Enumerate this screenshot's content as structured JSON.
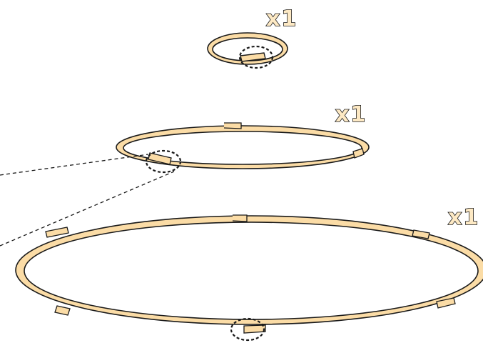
{
  "colors": {
    "band_fill": "#fbdca6",
    "outline": "#1a1a1a",
    "background": "#ffffff"
  },
  "rings": {
    "small": {
      "quantity_label": "x1"
    },
    "medium": {
      "quantity_label": "x1"
    },
    "large": {
      "quantity_label": "x1"
    }
  },
  "icons": {
    "joint_marker": "dashed-circle-icon",
    "callout": "dashed-leader-lines"
  }
}
